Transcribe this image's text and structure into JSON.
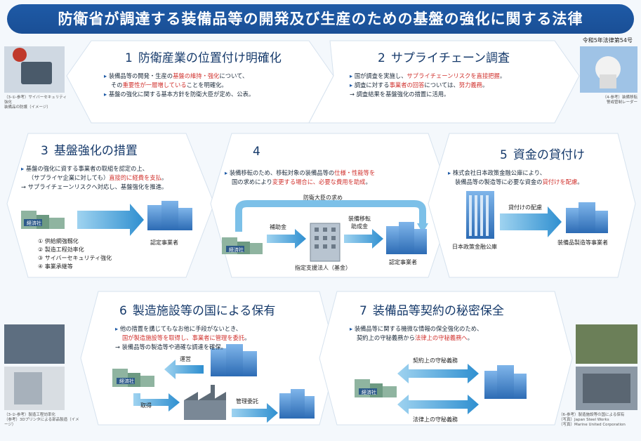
{
  "title": "防衛省が調達する装備品等の開発及び生産のための基盤の強化に関する法律",
  "law_number": "令和5年法律第54号",
  "company_tag": "経済社",
  "sections": {
    "s1": {
      "num": "1",
      "title": "防衛産業の位置付け明確化",
      "l1_a": "装備品等の開発・生産の",
      "l1_red": "基盤の維持・強化",
      "l1_b": "について、",
      "l2_a": "その",
      "l2_red": "重要性が一層増している",
      "l2_b": "ことを明確化。",
      "l3": "基盤の強化に関する基本方針を防衛大臣が定め、公表。"
    },
    "s2": {
      "num": "2",
      "title": "サプライチェーン調査",
      "l1_a": "国が調査を実施し、",
      "l1_red": "サプライチェーンリスクを直接把握",
      "l1_b": "。",
      "l2_a": "調査に対する",
      "l2_red1": "事業者の回答",
      "l2_b": "については、",
      "l2_red2": "努力義務",
      "l2_c": "。",
      "l3": "調査結果を基盤強化の措置に活用。"
    },
    "s3": {
      "num": "3",
      "title": "基盤強化の措置",
      "l1": "基盤の強化に資する事業者の取組を認定の上、",
      "l2_a": "（サプライヤ企業に対しても）",
      "l2_red": "直接的に経費を支払",
      "l2_b": "。",
      "l3": "サプライチェーンリスクへ対応し、基盤強化を推進。",
      "items": [
        "① 供給網強靱化",
        "② 製造工程効率化",
        "③ サイバーセキュリティ強化",
        "④ 事業承継等"
      ],
      "label_certified": "認定事業者"
    },
    "s4": {
      "num": "4",
      "l1_a": "装備移転のため、移転対象の装備品等の",
      "l1_red": "仕様・性能等を",
      "l2_a": "国の求めにより",
      "l2_red": "変更する場合に、必要な費用を助成",
      "l2_b": "。",
      "label_request": "防衛大臣の求め",
      "label_subsidy": "補助金",
      "label_transfer1": "装備移転",
      "label_transfer2": "助成金",
      "label_fund": "指定支援法人（基金）",
      "label_certified": "認定事業者"
    },
    "s5": {
      "num": "5",
      "title": "資金の貸付け",
      "l1": "株式会社日本政策金融公庫により、",
      "l2_a": "装備品等の製造等に必要な資金の",
      "l2_red": "貸付けを配慮",
      "l2_b": "。",
      "label_loan": "貸付けの配慮",
      "label_bank": "日本政策金融公庫",
      "label_maker": "装備品製造等事業者"
    },
    "s6": {
      "num": "6",
      "title": "製造施設等の国による保有",
      "l1": "他の措置を講じてもなお他に手段がないとき、",
      "l2_red": "国が製造施設等を取得し、事業者に管理を委託",
      "l2_b": "。",
      "l3": "装備品等の製造等や適確な調達を確保。",
      "label_operate": "運営",
      "label_acquire": "取得",
      "label_manage": "管理委託"
    },
    "s7": {
      "num": "7",
      "title": "装備品等契約の秘密保全",
      "l1": "装備品等に関する機微な情報の保全強化のため、",
      "l2_a": "契約上の守秘義務から",
      "l2_red": "法律上の守秘義務へ",
      "l2_b": "。",
      "label_contract": "契約上の守秘義務",
      "label_law": "法律上の守秘義務"
    }
  },
  "captions": {
    "tl": "（3-①-参考）サイバーセキュリティ強化\n装備品の防護（イメージ）",
    "tr": "（4-参考）装備移転\n警戒管制レーダー",
    "bl": "（3-②-参考）製造工程効率化\n（参考）3Dプリンタによる部品製造（イメージ）",
    "br": "（6-参考）製造施設等の国による保有\n（写真）Japan Steel Works\n（写真）Marine United Corporation"
  },
  "colors": {
    "title_bg": "#1e5aa6",
    "accent_red": "#d0312d",
    "panel_bg": "#ffffff",
    "arrow": "#4fa8dc"
  }
}
